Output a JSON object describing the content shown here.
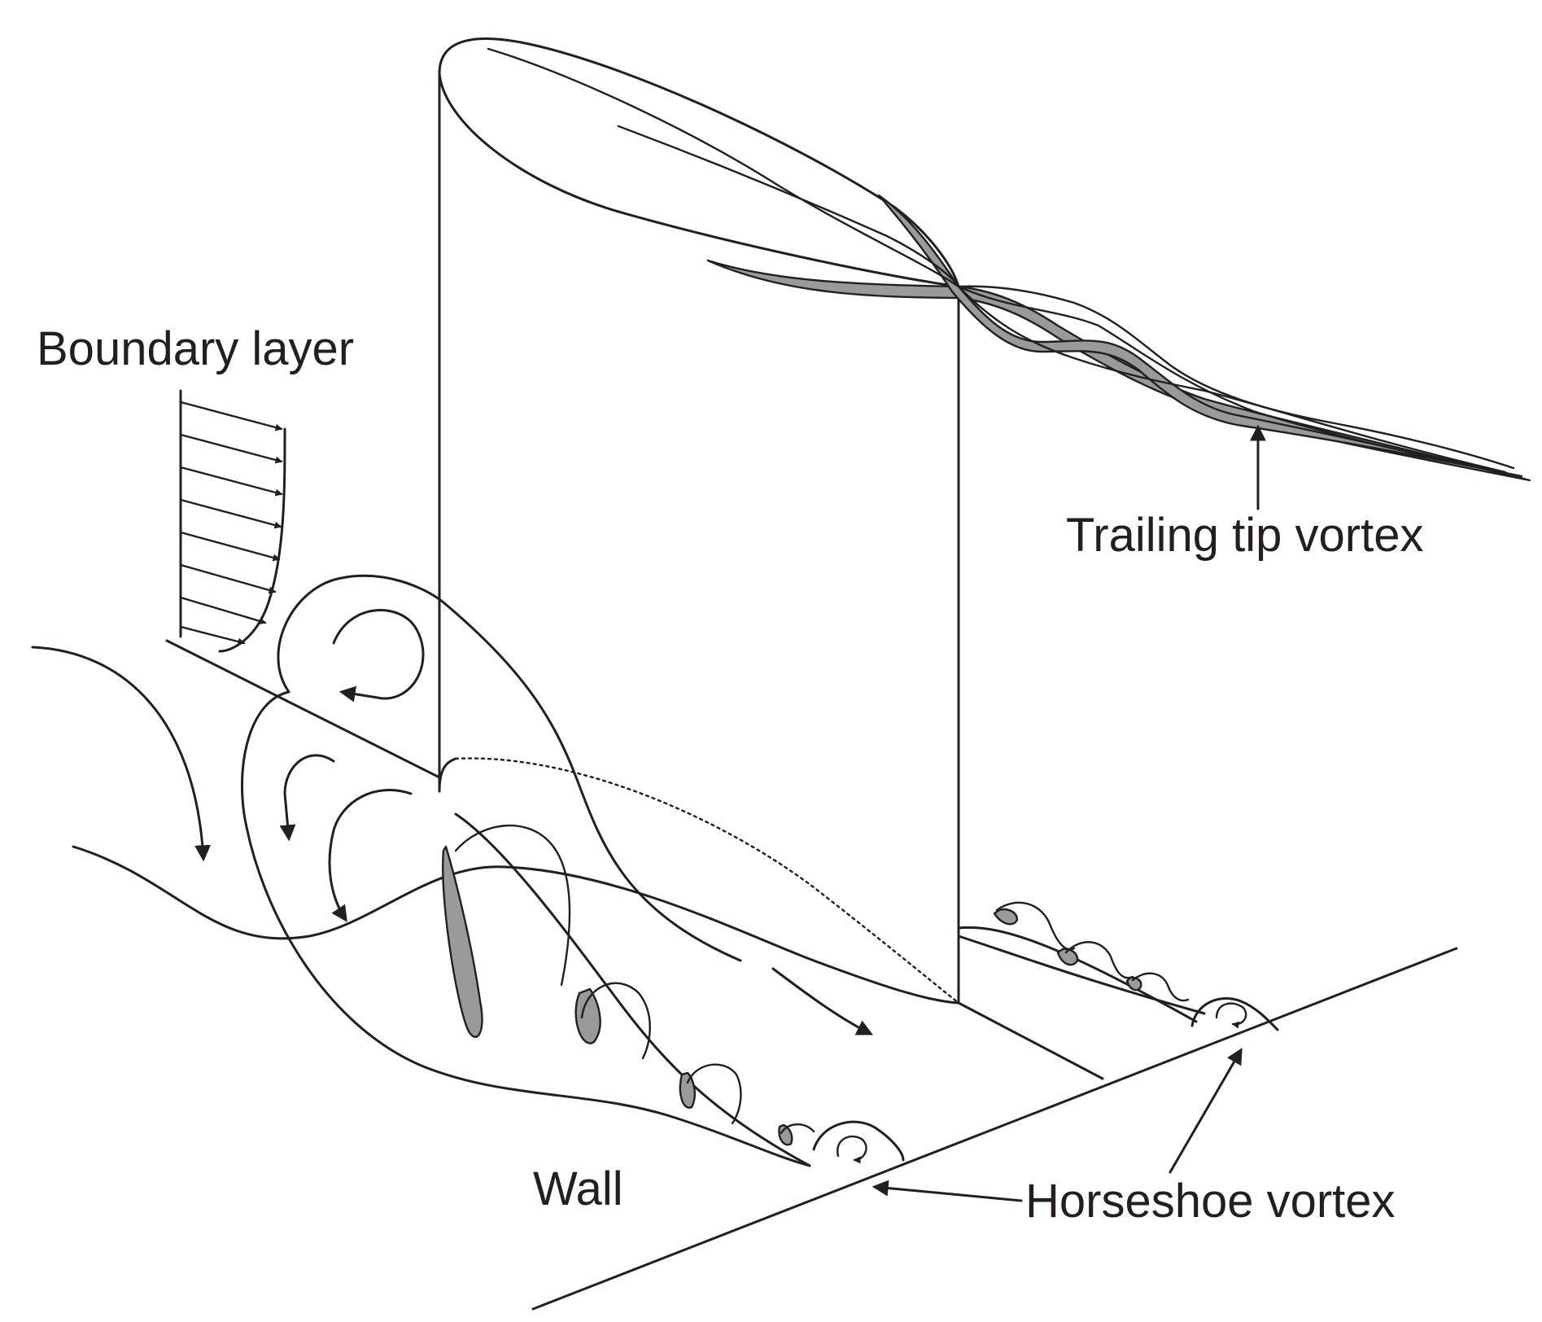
{
  "labels": {
    "boundary_layer": "Boundary layer",
    "trailing_tip_vortex": "Trailing tip vortex",
    "wall": "Wall",
    "horseshoe_vortex": "Horseshoe vortex"
  },
  "colors": {
    "ink": "#231f20",
    "vortex_fill": "#9a9a9a",
    "background": "#ffffff"
  }
}
